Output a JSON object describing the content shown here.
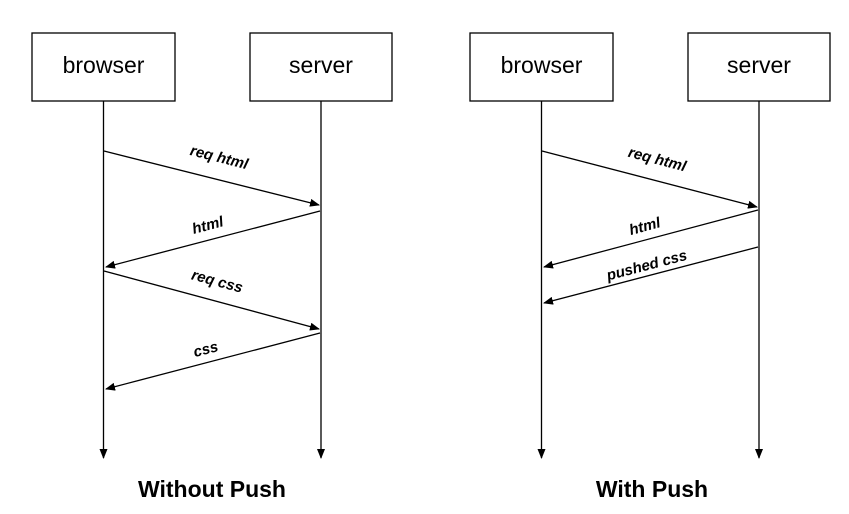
{
  "diagrams": [
    {
      "caption": "Without Push",
      "participants": [
        "browser",
        "server"
      ],
      "messages": [
        {
          "label": "req html",
          "from": "browser",
          "to": "server"
        },
        {
          "label": "html",
          "from": "server",
          "to": "browser"
        },
        {
          "label": "req css",
          "from": "browser",
          "to": "server"
        },
        {
          "label": "css",
          "from": "server",
          "to": "browser"
        }
      ]
    },
    {
      "caption": "With Push",
      "participants": [
        "browser",
        "server"
      ],
      "messages": [
        {
          "label": "req html",
          "from": "browser",
          "to": "server"
        },
        {
          "label": "html",
          "from": "server",
          "to": "browser"
        },
        {
          "label": "pushed css",
          "from": "server",
          "to": "browser"
        }
      ]
    }
  ]
}
